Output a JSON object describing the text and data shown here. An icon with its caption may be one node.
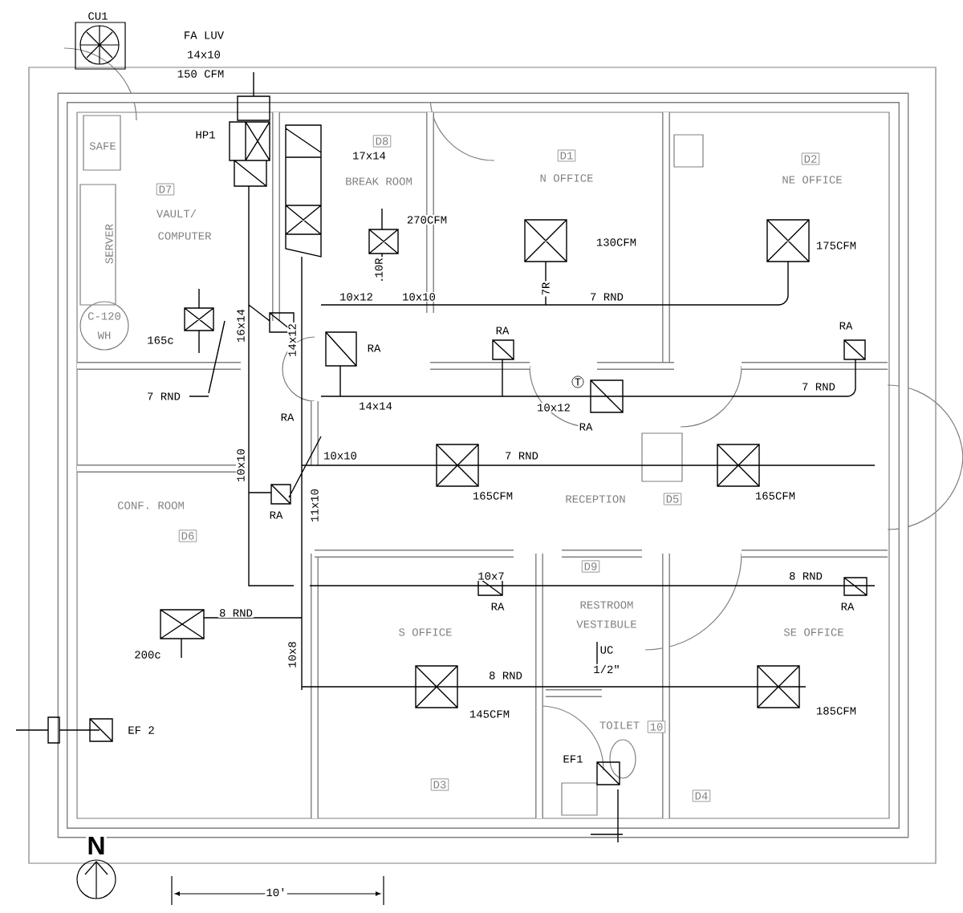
{
  "diagram": {
    "nodes": [
      {
        "text": [
          "D8"
        ]
      },
      {
        "text": [
          "D1"
        ]
      },
      {
        "text": [
          "D2"
        ]
      },
      {
        "text": [
          "D7"
        ]
      },
      {
        "text": [
          "D5"
        ]
      },
      {
        "text": [
          "D6"
        ]
      },
      {
        "text": [
          "D9"
        ]
      },
      {
        "text": [
          "10"
        ]
      },
      {
        "text": [
          "D3"
        ]
      },
      {
        "text": [
          "D4"
        ]
      }
    ],
    "labels": [
      "CU1",
      "FA LUV",
      "14x10",
      "150 CFM",
      "HP1",
      "17x14",
      "BREAK ROOM",
      "VAULT/",
      "COMPUTER",
      "SAFE",
      "SERVER",
      "270CFM",
      "10R",
      "10x12",
      "10x10",
      "C-120",
      "WH",
      "165c",
      "16x14",
      "14x12",
      "RA",
      "7 RND",
      "RA",
      "14x14",
      "10x10",
      "10x10",
      "RA",
      "11x10",
      "CONF. ROOM",
      "N OFFICE",
      "NE OFFICE",
      "130CFM",
      "175CFM",
      "7R",
      "7 RND",
      "RA",
      "RA",
      "T",
      "10x12",
      "RA",
      "7 RND",
      "7 RND",
      "165CFM",
      "RECEPTION",
      "165CFM",
      "10x7",
      "RA",
      "8 RND",
      "RA",
      "RESTROOM",
      "VESTIBULE",
      "SE OFFICE",
      "8 RND",
      "UC",
      "1/2\"",
      "S OFFICE",
      "200c",
      "10x8",
      "8 RND",
      "145CFM",
      "185CFM",
      "TOILET",
      "EF1",
      "EF 2",
      "N",
      "10'"
    ]
  }
}
